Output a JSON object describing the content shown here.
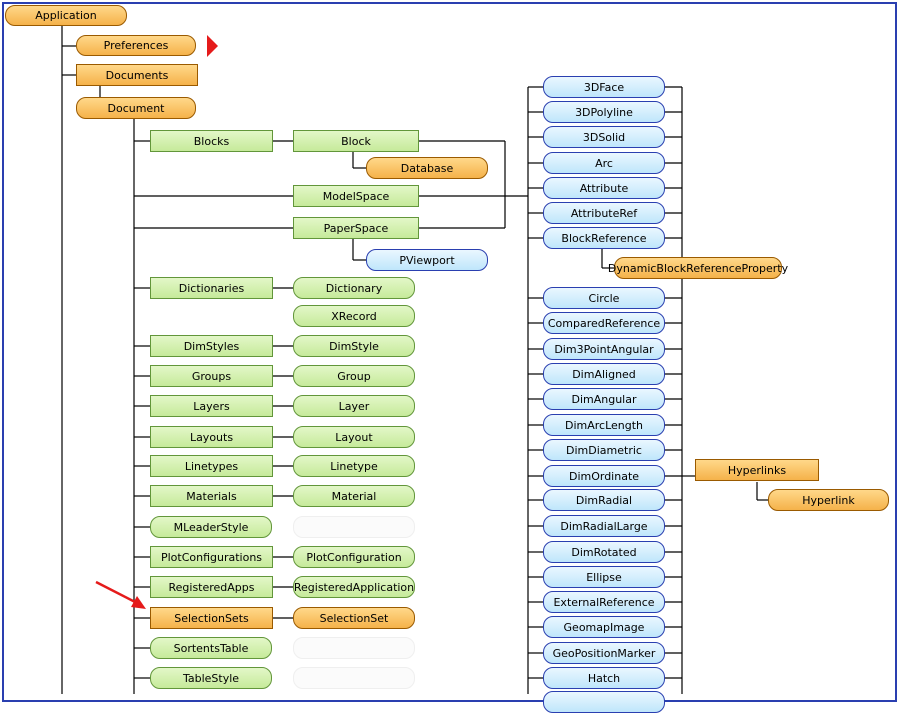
{
  "colors": {
    "frame": "#2a3fb0",
    "line": "#000000",
    "arrow": "#e51b1b",
    "orange": "#f5b24a",
    "green": "#c6ea9a",
    "blue": "#bfe6fb"
  },
  "nodes": {
    "application": "Application",
    "preferences": "Preferences",
    "documents": "Documents",
    "document": "Document",
    "blocks": "Blocks",
    "block": "Block",
    "database": "Database",
    "modelspace": "ModelSpace",
    "paperspace": "PaperSpace",
    "pviewport": "PViewport",
    "dictionaries": "Dictionaries",
    "dictionary": "Dictionary",
    "xrecord": "XRecord",
    "dimstyles": "DimStyles",
    "dimstyle": "DimStyle",
    "groups": "Groups",
    "group": "Group",
    "layers": "Layers",
    "layer": "Layer",
    "layouts": "Layouts",
    "layout": "Layout",
    "linetypes": "Linetypes",
    "linetype": "Linetype",
    "materials": "Materials",
    "material": "Material",
    "mleaderstyle": "MLeaderStyle",
    "plotconfigurations": "PlotConfigurations",
    "plotconfiguration": "PlotConfiguration",
    "registeredapps": "RegisteredApps",
    "registeredapplication": "RegisteredApplication",
    "selectionsets": "SelectionSets",
    "selectionset": "SelectionSet",
    "sortentstable": "SortentsTable",
    "tablestyle": "TableStyle",
    "face3d": "3DFace",
    "polyline3d": "3DPolyline",
    "solid3d": "3DSolid",
    "arc": "Arc",
    "attribute": "Attribute",
    "attributeref": "AttributeRef",
    "blockreference": "BlockReference",
    "dynamicblockreferenceproperty": "DynamicBlockReferenceProperty",
    "circle": "Circle",
    "comparedreference": "ComparedReference",
    "dim3pointangular": "Dim3PointAngular",
    "dimaligned": "DimAligned",
    "dimangular": "DimAngular",
    "dimarclength": "DimArcLength",
    "dimdiametric": "DimDiametric",
    "dimordinate": "DimOrdinate",
    "dimradial": "DimRadial",
    "dimradiallarge": "DimRadialLarge",
    "dimrotated": "DimRotated",
    "ellipse": "Ellipse",
    "externalreference": "ExternalReference",
    "geomapimage": "GeomapImage",
    "geopositionmarker": "GeoPositionMarker",
    "hatch": "Hatch",
    "hyperlinks": "Hyperlinks",
    "hyperlink": "Hyperlink"
  }
}
